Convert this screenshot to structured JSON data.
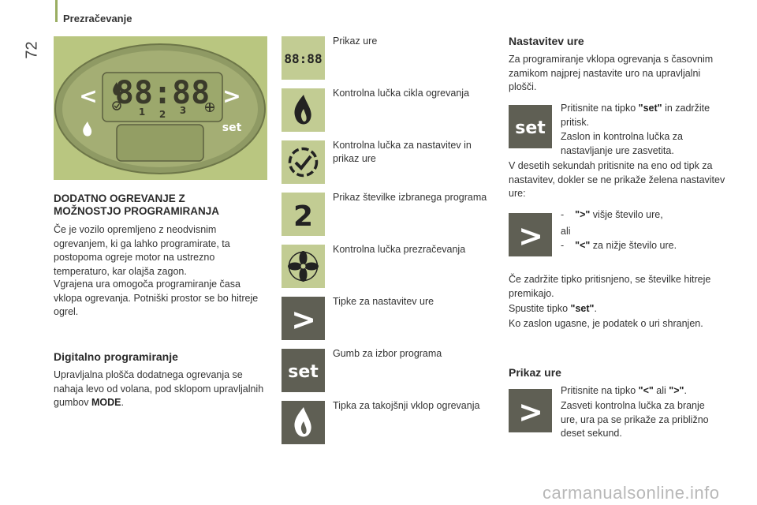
{
  "header": {
    "section_title": "Prezračevanje",
    "page_number": "72"
  },
  "panel": {
    "display_digits": "88:88",
    "buttons": {
      "prev": "<",
      "next": ">",
      "set": "set"
    },
    "program_numbers": [
      "1",
      "2",
      "3"
    ]
  },
  "left": {
    "heading": "DODATNO OGREVANJE Z MOŽNOSTJO PROGRAMIRANJA",
    "para1": "Če je vozilo opremljeno z neodvisnim ogrevanjem, ki ga lahko programirate, ta postopoma ogreje motor na ustrezno temperaturo, kar olajša zagon.",
    "para2": "Vgrajena ura omogoča programiranje časa vklopa ogrevanja. Potniški prostor se bo hitreje ogrel.",
    "subheading": "Digitalno programiranje",
    "para3_text": "Upravljalna plošča dodatnega ogrevanja se nahaja levo od volana, pod sklopom upravljalnih gumbov ",
    "para3_bold": "MODE",
    "para3_end": "."
  },
  "legend": [
    {
      "icon": "clock-display-icon",
      "label": "Prikaz ure"
    },
    {
      "icon": "flame-icon",
      "label": "Kontrolna lučka cikla ogrevanja"
    },
    {
      "icon": "clock-set-icon",
      "label": "Kontrolna lučka za nastavitev in prikaz ure"
    },
    {
      "icon": "program-number-icon",
      "label": "Prikaz številke izbranega programa",
      "glyph": "2"
    },
    {
      "icon": "fan-icon",
      "label": "Kontrolna lučka prezračevanja"
    },
    {
      "icon": "arrow-button-icon",
      "label": "Tipke za nastavitev ure",
      "glyph": ">"
    },
    {
      "icon": "set-button-icon",
      "label": "Gumb za izbor programa",
      "glyph": "set"
    },
    {
      "icon": "instant-heat-icon",
      "label": "Tipka za takojšnji vklop ogrevanja"
    }
  ],
  "right": {
    "heading1": "Nastavitev ure",
    "intro": "Za programiranje vklopa ogrevanja s časovnim zamikom najprej nastavite uro na upravljalni plošči.",
    "step1_a": "Pritisnite na tipko ",
    "step1_bold": "\"set\"",
    "step1_b": " in zadržite pritisk.",
    "step2": "Zaslon in kontrolna lučka za nastavljanje ure zasvetita.",
    "step3": "V desetih sekundah pritisnite na eno od tipk za nastavitev, dokler se ne prikaže želena nastavitev ure:",
    "list1_dash": "-",
    "list1_bold": "\">\"",
    "list1_text": " višje število ure,",
    "list_or": "ali",
    "list2_dash": "-",
    "list2_bold": "\"<\"",
    "list2_text": " za nižje število ure.",
    "step4": "Če zadržite tipko pritisnjeno, se številke hitreje premikajo.",
    "step5_a": "Spustite tipko ",
    "step5_bold": "\"set\"",
    "step5_b": ".",
    "step6": "Ko zaslon ugasne, je podatek o uri shranjen.",
    "heading2": "Prikaz ure",
    "step7_a": "Pritisnite na tipko ",
    "step7_bold1": "\"<\"",
    "step7_mid": " ali ",
    "step7_bold2": "\">\"",
    "step7_b": ".",
    "step8": "Zasveti kontrolna lučka za branje ure, ura pa se prikaže za približno deset sekund.",
    "icon_set_glyph": "set",
    "icon_arrow_glyph": ">"
  },
  "watermark": "carmanualsonline.info"
}
